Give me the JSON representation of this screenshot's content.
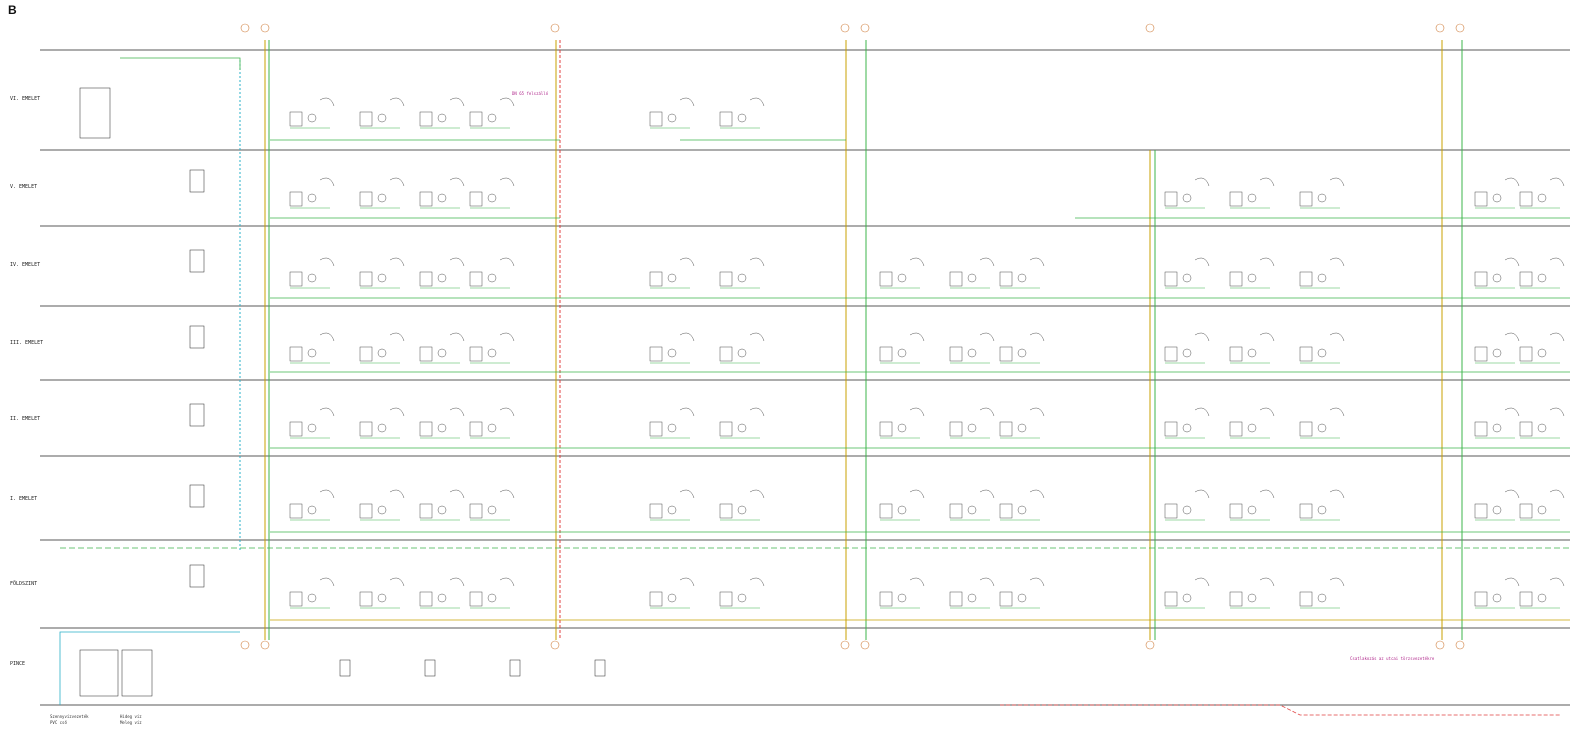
{
  "sheet": {
    "letter": "B"
  },
  "floors": [
    {
      "id": "roof",
      "label": ""
    },
    {
      "id": "f6",
      "label": "VI. EMELET"
    },
    {
      "id": "f5",
      "label": "V. EMELET"
    },
    {
      "id": "f4",
      "label": "IV. EMELET"
    },
    {
      "id": "f3",
      "label": "III. EMELET"
    },
    {
      "id": "f2",
      "label": "II. EMELET"
    },
    {
      "id": "f1",
      "label": "I. EMELET"
    },
    {
      "id": "fsz",
      "label": "FÖLDSZINT"
    },
    {
      "id": "pince",
      "label": "PINCE"
    }
  ],
  "annotations": {
    "riser_note": "DN 65 felszálló",
    "ground_note": "Csatlakozás az utcai törzsvezetékre"
  },
  "legend": {
    "left": [
      "Szennyvízvezeték",
      "PVC cső",
      "Hideg víz",
      "Meleg víz"
    ]
  },
  "colors": {
    "cold_water": "#3cb44b",
    "hot_water": "#e04040",
    "waste": "#c8a000",
    "drain": "#2ab0c8",
    "labels": "#b0288c",
    "grid": "#d08040",
    "lines": "#222222"
  }
}
